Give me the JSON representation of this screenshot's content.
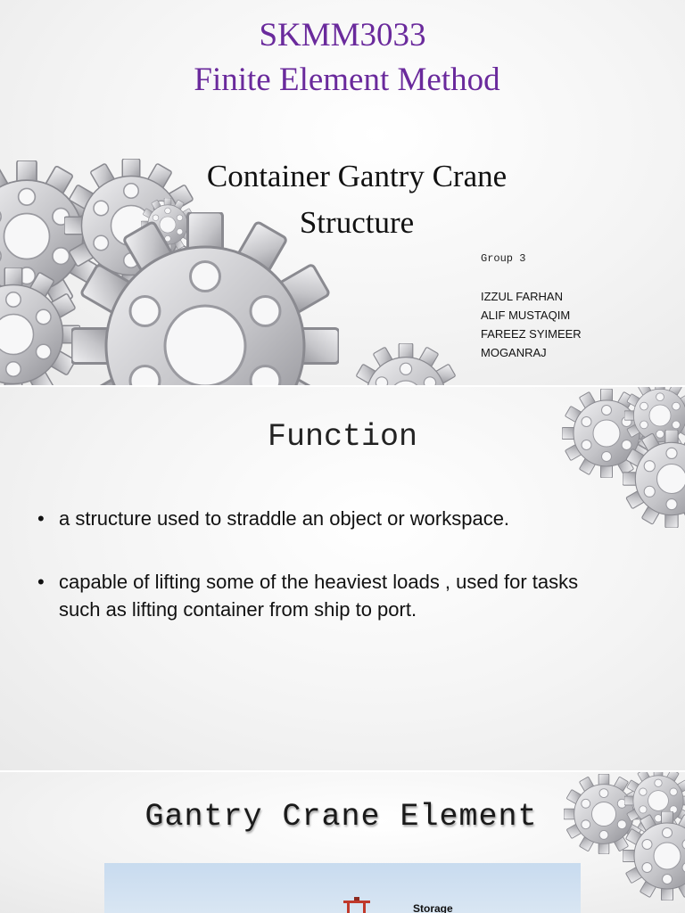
{
  "slide1": {
    "course_code": "SKMM3033",
    "course_name": "Finite Element Method",
    "title": "Container Gantry Crane Structure",
    "group_label": "Group 3",
    "members": [
      "IZZUL FARHAN",
      "ALIF MUSTAQIM",
      "FAREEZ SYIMEER",
      "MOGANRAJ"
    ]
  },
  "slide2": {
    "heading": "Function",
    "bullets": [
      "a structure used to straddle an object or workspace.",
      "capable of lifting some of the heaviest loads , used for tasks such as lifting container from ship to port."
    ]
  },
  "slide3": {
    "heading": "Gantry Crane Element",
    "image_label": "Storage"
  },
  "icons": {
    "gear": "gear-icon",
    "crane": "crane-icon"
  },
  "colors": {
    "title_purple": "#6a2a9c",
    "gear_grey": "#c9c9cc"
  }
}
